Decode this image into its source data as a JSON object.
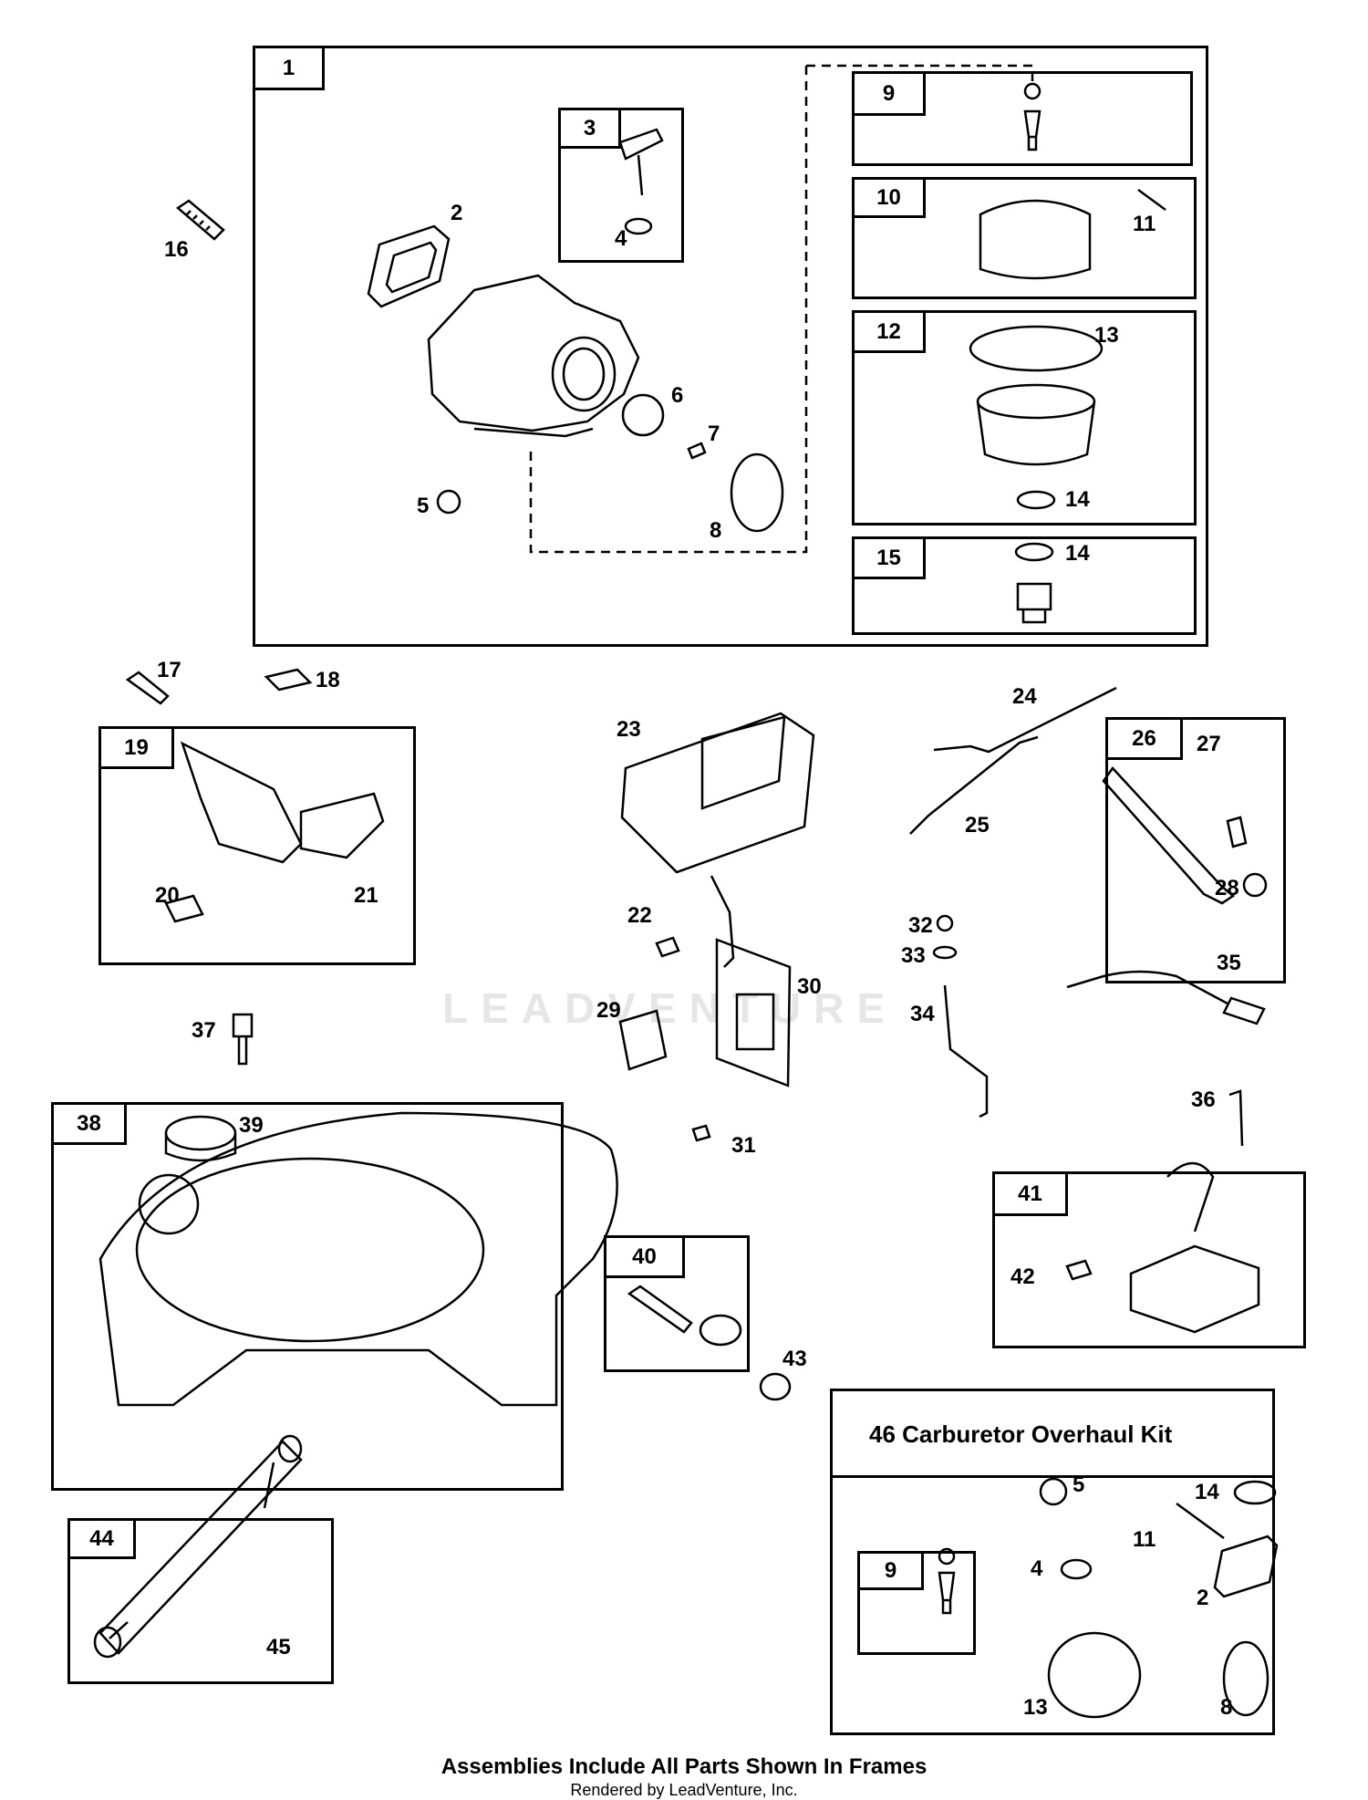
{
  "watermark": "LEADVENTURE",
  "frames": {
    "f1": "1",
    "f3": "3",
    "f9": "9",
    "f10": "10",
    "f12": "12",
    "f15": "15",
    "f19": "19",
    "f26": "26",
    "f38": "38",
    "f40": "40",
    "f41": "41",
    "f44": "44",
    "f9b": "9"
  },
  "labels": {
    "p2": "2",
    "p4": "4",
    "p5": "5",
    "p6": "6",
    "p7": "7",
    "p8": "8",
    "p11": "11",
    "p13": "13",
    "p14a": "14",
    "p14b": "14",
    "p16": "16",
    "p17": "17",
    "p18": "18",
    "p20": "20",
    "p21": "21",
    "p22": "22",
    "p23": "23",
    "p24": "24",
    "p25": "25",
    "p27": "27",
    "p28": "28",
    "p29": "29",
    "p30": "30",
    "p31": "31",
    "p32": "32",
    "p33": "33",
    "p34": "34",
    "p35": "35",
    "p36": "36",
    "p37": "37",
    "p39": "39",
    "p42": "42",
    "p43": "43",
    "p45": "45",
    "k5": "5",
    "k14": "14",
    "k11": "11",
    "k4": "4",
    "k2": "2",
    "k13": "13",
    "k8": "8"
  },
  "kit": {
    "title": "46  Carburetor Overhaul Kit"
  },
  "footer": {
    "title": "Assemblies Include All Parts Shown In Frames",
    "rendered_by": "Rendered by LeadVenture, Inc."
  }
}
